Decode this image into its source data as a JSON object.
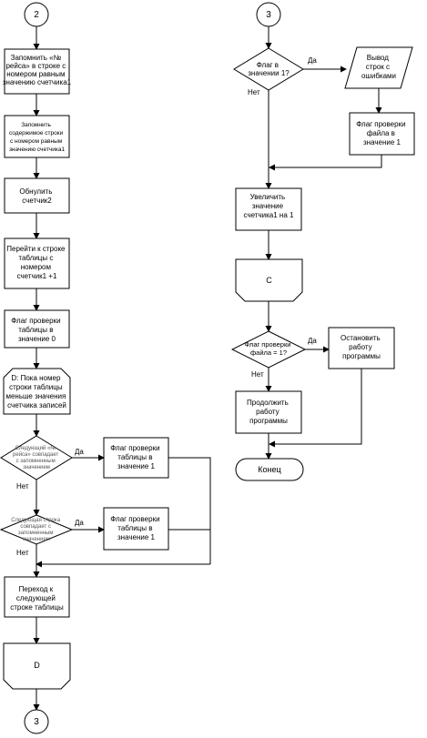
{
  "flowchart": {
    "connectors": {
      "c2_top": "2",
      "c3_bottom": "3",
      "c3_top": "3"
    },
    "left": {
      "p1": [
        "Запомнить «№",
        "рейса» в строке с",
        "номером равным",
        "значению счетчика1"
      ],
      "p2": [
        "Запомнить",
        "содержимое строки",
        "с номером равным",
        "значению счетчика1"
      ],
      "p3": [
        "Обнулить",
        "счетчик2"
      ],
      "p4": [
        "Перейти к строке",
        "таблицы с",
        "номером",
        "счетчик1 +1"
      ],
      "p5": [
        "Флаг проверки",
        "таблицы в",
        "значение 0"
      ],
      "loop_start": [
        "D: Пока номер",
        "строки таблицы",
        "меньше значения",
        "счетчика записей"
      ],
      "d1": [
        "Следующий «№",
        "рейса» совпадает",
        "с запомненным",
        "значением"
      ],
      "d1_yes": "Да",
      "d1_no": "Нет",
      "p6": [
        "Флаг проверки",
        "таблицы в",
        "значение 1"
      ],
      "d2": [
        "Следующая строка",
        "совпадает с",
        "запомненным",
        "значением"
      ],
      "d2_yes": "Да",
      "d2_no": "Нет",
      "p7": [
        "Флаг проверки",
        "таблицы в",
        "значение 1"
      ],
      "p8": [
        "Переход к",
        "следующей",
        "строке таблицы"
      ],
      "loop_end": "D"
    },
    "right": {
      "d3": [
        "Флаг в",
        "значении 1?"
      ],
      "d3_yes": "Да",
      "d3_no": "Нет",
      "io1": [
        "Вывод",
        "строк с",
        "ошибками"
      ],
      "p9": [
        "Флаг проверки",
        "файла в",
        "значение 1"
      ],
      "p10": [
        "Увеличить",
        "значение",
        "счетчика1 на 1"
      ],
      "loop_end": "C",
      "d4": [
        "Флаг проверки",
        "файла = 1?"
      ],
      "d4_yes": "Да",
      "d4_no": "Нет",
      "p11": [
        "Остановить",
        "работу",
        "программы"
      ],
      "p12": [
        "Продолжить",
        "работу",
        "программы"
      ],
      "terminal": "Конец"
    }
  }
}
